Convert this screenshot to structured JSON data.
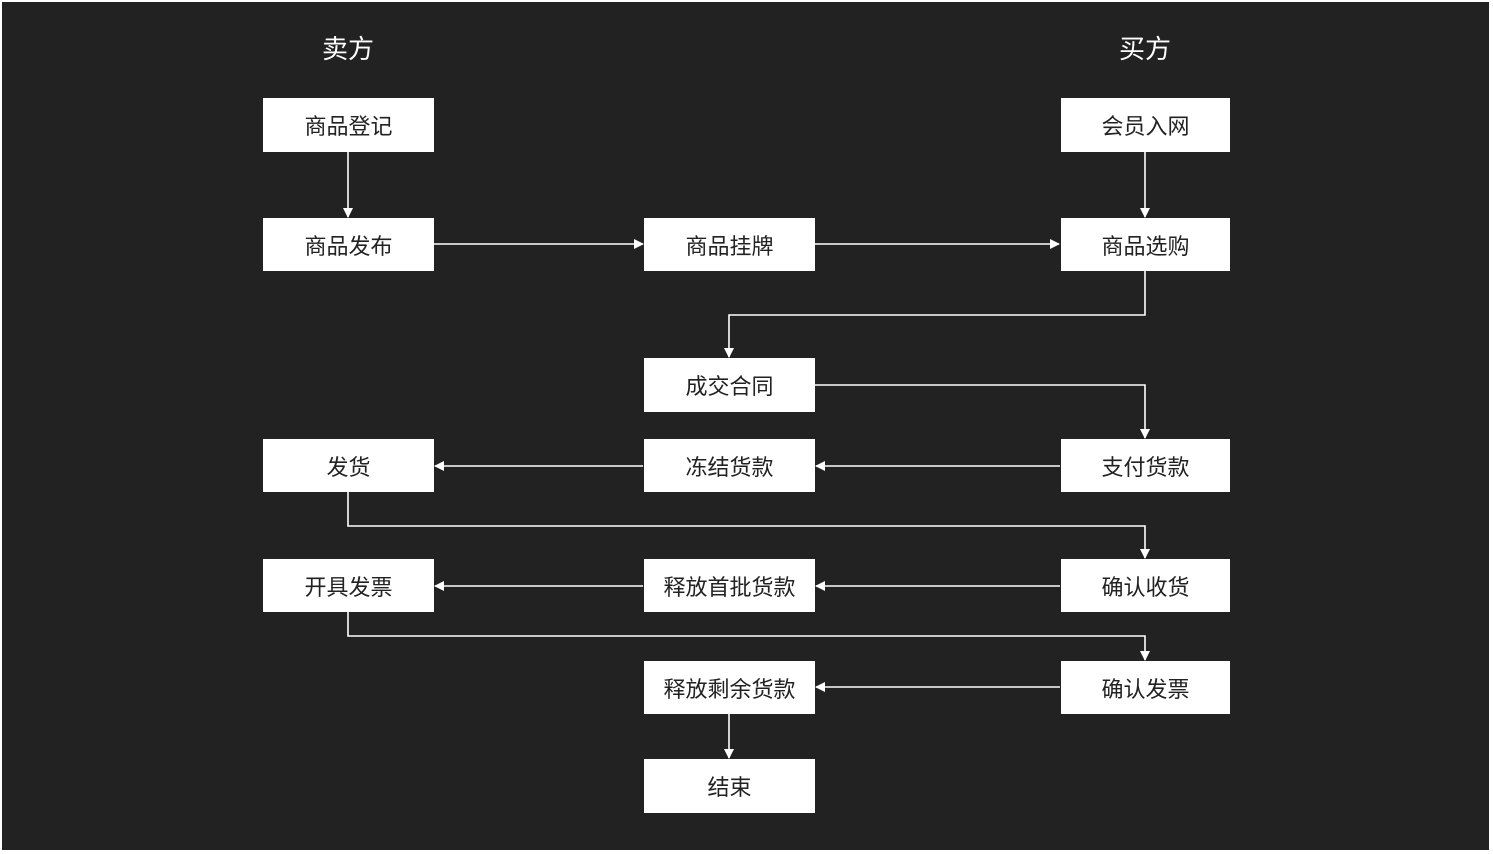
{
  "colors": {
    "background": "#222222",
    "node_fill": "#ffffff",
    "node_text": "#222222",
    "edge": "#ffffff",
    "title_text": "#ffffff"
  },
  "lanes": {
    "seller": "卖方",
    "buyer": "买方"
  },
  "nodes": {
    "goods_register": "商品登记",
    "goods_publish": "商品发布",
    "goods_listing": "商品挂牌",
    "member_join": "会员入网",
    "goods_select": "商品选购",
    "deal_contract": "成交合同",
    "ship": "发货",
    "freeze_payment": "冻结货款",
    "pay_payment": "支付货款",
    "issue_invoice": "开具发票",
    "release_first_payment": "释放首批货款",
    "confirm_receipt": "确认收货",
    "release_remaining_payment": "释放剩余货款",
    "confirm_invoice": "确认发票",
    "end": "结束"
  },
  "edges": [
    {
      "from": "goods_register",
      "to": "goods_publish"
    },
    {
      "from": "goods_publish",
      "to": "goods_listing"
    },
    {
      "from": "goods_listing",
      "to": "goods_select"
    },
    {
      "from": "member_join",
      "to": "goods_select"
    },
    {
      "from": "goods_select",
      "to": "deal_contract"
    },
    {
      "from": "deal_contract",
      "to": "pay_payment"
    },
    {
      "from": "pay_payment",
      "to": "freeze_payment"
    },
    {
      "from": "freeze_payment",
      "to": "ship"
    },
    {
      "from": "ship",
      "to": "confirm_receipt"
    },
    {
      "from": "confirm_receipt",
      "to": "release_first_payment"
    },
    {
      "from": "release_first_payment",
      "to": "issue_invoice"
    },
    {
      "from": "issue_invoice",
      "to": "confirm_invoice"
    },
    {
      "from": "confirm_invoice",
      "to": "release_remaining_payment"
    },
    {
      "from": "release_remaining_payment",
      "to": "end"
    }
  ]
}
